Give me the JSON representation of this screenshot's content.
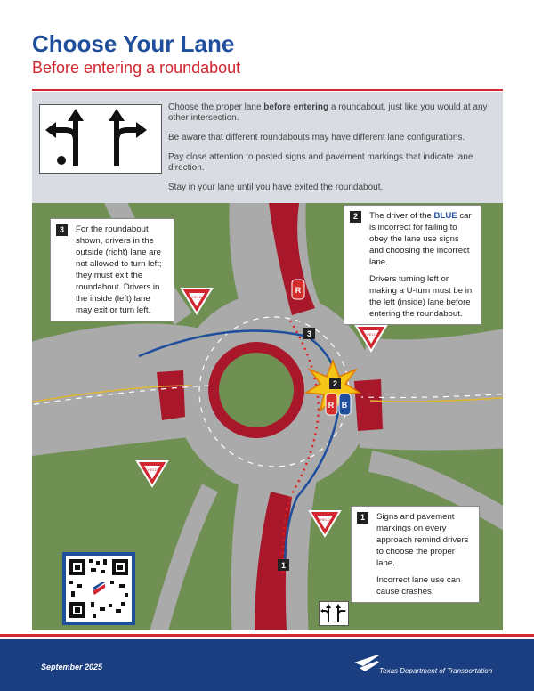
{
  "header": {
    "title": "Choose Your Lane",
    "subtitle": "Before entering a roundabout"
  },
  "intro": {
    "p1_before": "Choose the proper lane ",
    "p1_bold": "before entering",
    "p1_after": " a roundabout, just like you would at any other intersection.",
    "p2": "Be aware that different roundabouts may have different lane configurations.",
    "p3": "Pay close attention to posted signs and pavement markings that indicate lane direction.",
    "p4": "Stay in your lane until you have exited the roundabout."
  },
  "callouts": {
    "c3": {
      "num": "3",
      "text": "For the roundabout shown, drivers in the outside (right) lane are not allowed to turn left; they must exit the roundabout. Drivers in the inside (left) lane may exit or turn left."
    },
    "c2": {
      "num": "2",
      "before": "The driver of the ",
      "blue": "BLUE",
      "after": " car is incorrect for failing to obey the lane use signs and choosing the incorrect lane.",
      "p2": "Drivers turning left or making a U-turn must be in the left (inside) lane before entering the roundabout."
    },
    "c1": {
      "num": "1",
      "p1": "Signs and pavement markings on every approach remind drivers to choose the proper lane.",
      "p2": "Incorrect lane use can cause crashes."
    }
  },
  "map_labels": {
    "marker3": "3",
    "marker2": "2",
    "marker1": "1",
    "car_red": "R",
    "car_blue": "B",
    "yield": "YIELD"
  },
  "footer": {
    "date": "September 2025",
    "agency": "Texas Department of Transportation"
  },
  "colors": {
    "title_blue": "#1f4e9c",
    "accent_red": "#d22630",
    "grass": "#6f8f53",
    "road": "#a9a9a9",
    "island": "#a8182a",
    "footer_blue": "#1b3e80"
  }
}
